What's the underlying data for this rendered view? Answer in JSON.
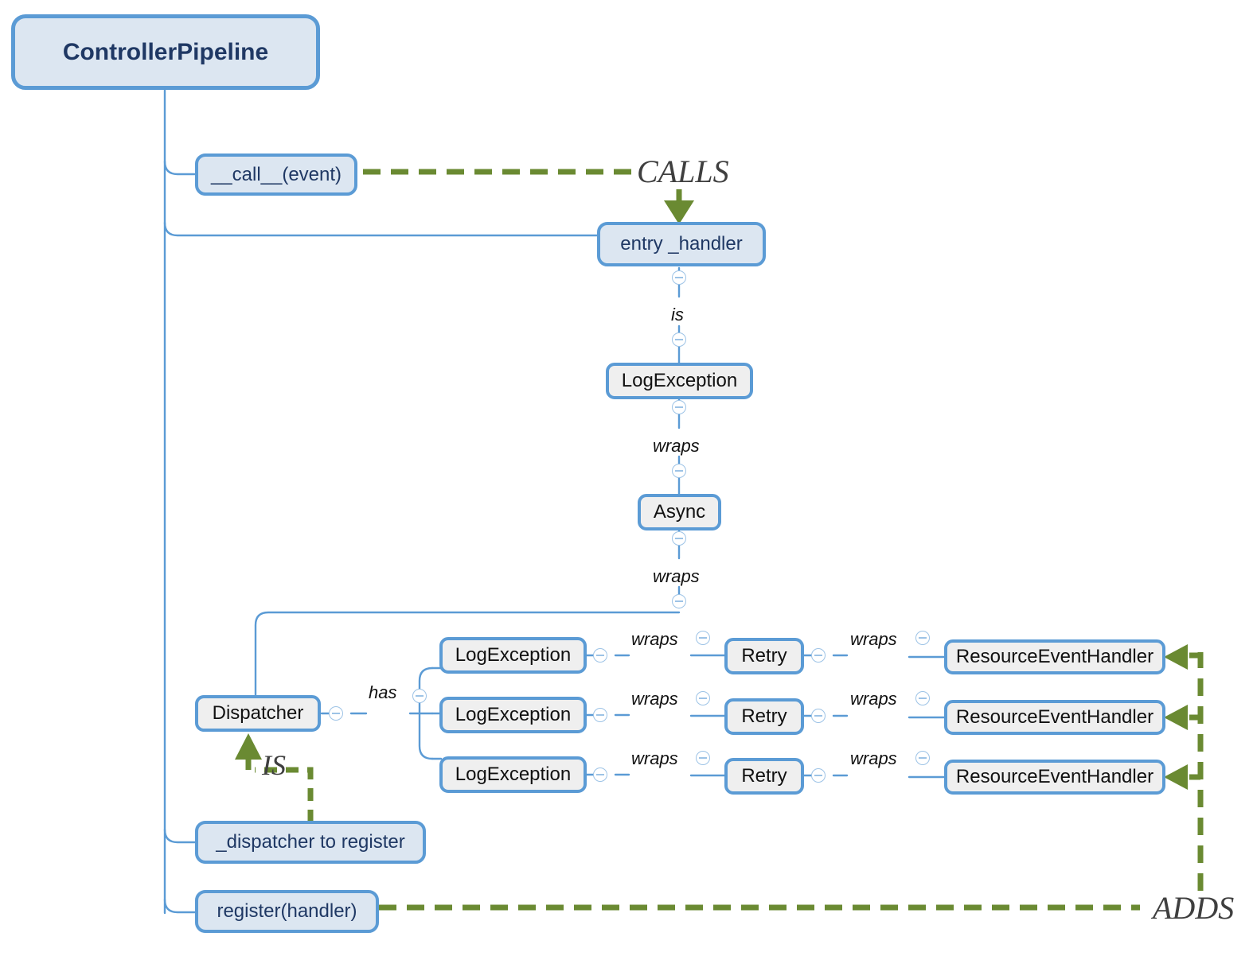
{
  "diagram": {
    "title": "ControllerPipeline",
    "kind": "mindmap-class-diagram"
  },
  "root": {
    "label": "ControllerPipeline"
  },
  "methods": {
    "call_event": "__call__(event)",
    "entry_handler": "entry _handler",
    "dispatcher_to_register": "_dispatcher to register",
    "register_handler": "register(handler)"
  },
  "classes": {
    "log_exception_top": "LogException",
    "async_node": "Async",
    "dispatcher": "Dispatcher",
    "log_exception_1": "LogException",
    "log_exception_2": "LogException",
    "log_exception_3": "LogException",
    "retry_1": "Retry",
    "retry_2": "Retry",
    "retry_3": "Retry",
    "resource_handler_1": "ResourceEventHandler",
    "resource_handler_2": "ResourceEventHandler",
    "resource_handler_3": "ResourceEventHandler"
  },
  "relations": {
    "is": "is",
    "wraps_1": "wraps",
    "wraps_2": "wraps",
    "has": "has",
    "wraps_r1a": "wraps",
    "wraps_r2a": "wraps",
    "wraps_r3a": "wraps",
    "wraps_r1b": "wraps",
    "wraps_r2b": "wraps",
    "wraps_r3b": "wraps"
  },
  "green_labels": {
    "calls": "CALLS",
    "is": "IS",
    "adds": "ADDS"
  },
  "colors": {
    "node_border": "#5b9bd5",
    "node_fill_blue": "#dce6f1",
    "node_fill_gray": "#efefef",
    "root_text": "#1f3864",
    "class_text": "#111111",
    "connector": "#5b9bd5",
    "green": "#6a8a32",
    "green_label_text": "#3f3f3f",
    "background": "#ffffff"
  }
}
